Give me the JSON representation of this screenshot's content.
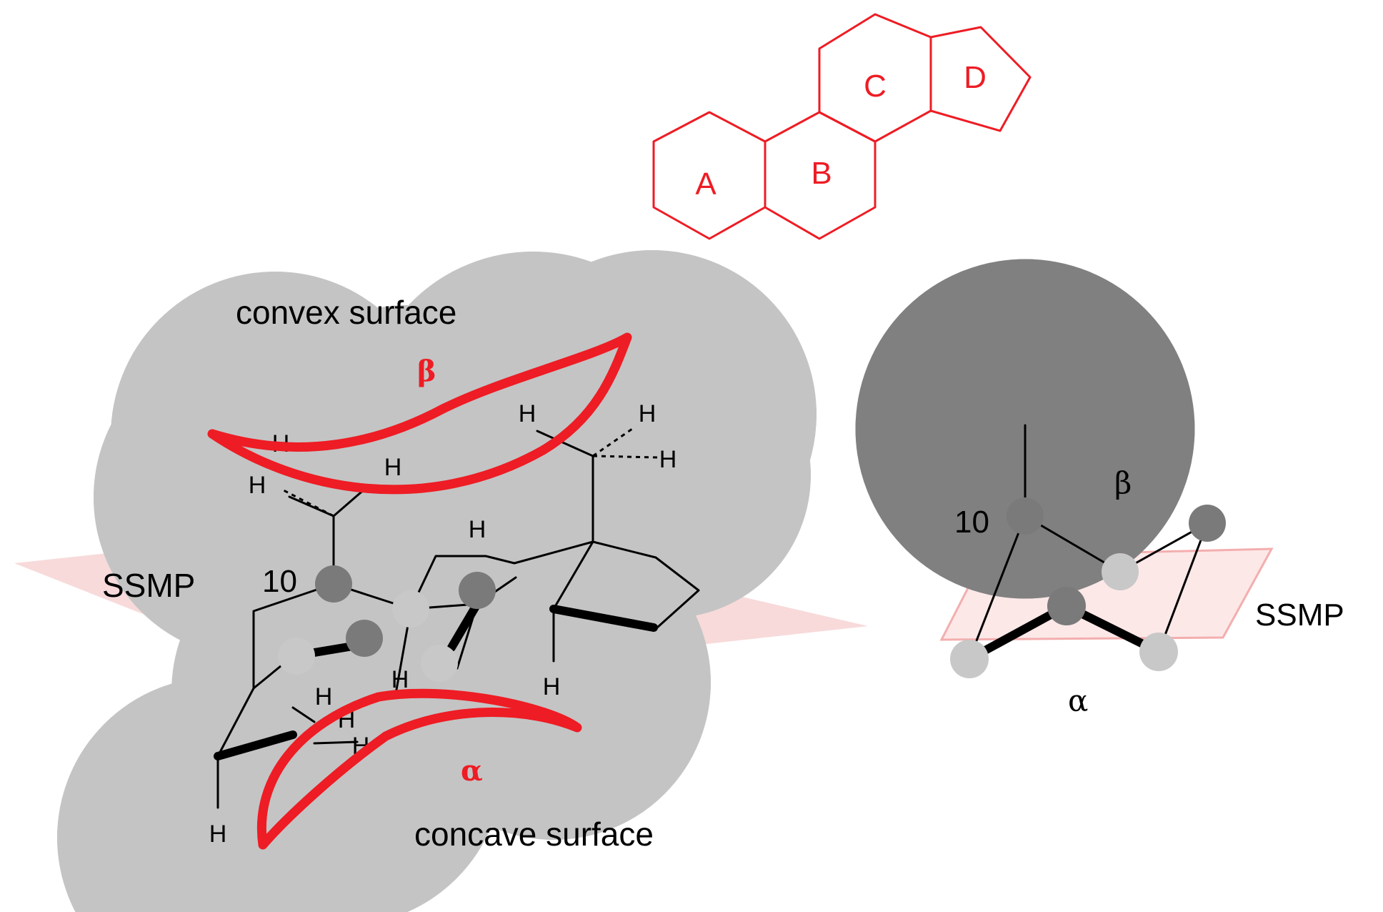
{
  "rings": {
    "a": "A",
    "b": "B",
    "c": "C",
    "d": "D"
  },
  "left": {
    "convex_label": "convex surface",
    "concave_label": "concave surface",
    "beta": "β",
    "alpha": "α",
    "plane_label": "SSMP",
    "c10_label": "10",
    "h": "H"
  },
  "right": {
    "c10_label": "10",
    "beta": "β",
    "alpha": "α",
    "plane_label": "SSMP"
  },
  "colors": {
    "ring_red": "#ee1c24",
    "surface_red": "#ee1c24",
    "plane_fill": "#f7d3d3",
    "plane_edge": "#f2a6a6",
    "sphere_gray": "#c4c4c4",
    "atom_dark": "#7a7a7a",
    "atom_light": "#c8c8c8",
    "bond": "#000000"
  }
}
